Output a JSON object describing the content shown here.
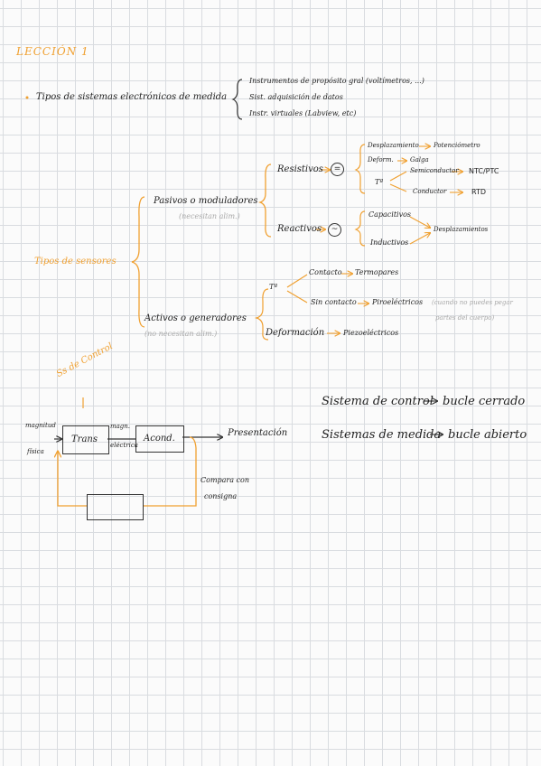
{
  "lesson_title": "LECCIÓN 1",
  "sistemas": {
    "label": "Tipos de sistemas electrónicos de medida",
    "items": [
      "Instrumentos de propósito gral (voltímetros, ...)",
      "Sist. adquisición de datos",
      "Instr. virtuales (Labview, etc)"
    ]
  },
  "sensores": {
    "root": "Tipos de sensores",
    "pasivos": {
      "label": "Pasivos o moduladores",
      "note": "(necesitan alim.)",
      "resistivos": {
        "label": "Resistivos",
        "symbol": "=",
        "desplazamiento": "Desplazamiento",
        "potenciometro": "Potenciómetro",
        "deform": "Deform.",
        "galga": "Galga",
        "temp": "Tª",
        "semiconductor": "Semiconductor",
        "ntc": "NTC/PTC",
        "conductor": "Conductor",
        "rtd": "RTD"
      },
      "reactivos": {
        "label": "Reactivos",
        "symbol": "~",
        "capacitivos": "Capacitivos",
        "inductivos": "Inductivos",
        "desplazamientos": "Desplazamientos"
      }
    },
    "activos": {
      "label": "Activos o generadores",
      "note": "(no necesitan alim.)",
      "temp": "Tª",
      "contacto": "Contacto",
      "termopares": "Termopares",
      "sin_contacto": "Sin contacto",
      "piroelectricos": "Piroeléctricos",
      "piro_note_1": "(cuando no puedes pegar",
      "piro_note_2": "partes del cuerpo)",
      "deformacion": "Deformación",
      "piezoelectricos": "Piezoeléctricos"
    }
  },
  "diagram": {
    "ss_control": "Ss de Control",
    "magnitud": "magnitud",
    "fisica": "física",
    "trans": "Trans",
    "magn": "magn.",
    "electrica": "eléctrica",
    "acond": "Acond.",
    "presentacion": "Presentación",
    "compara_1": "Compara con",
    "compara_2": "consigna"
  },
  "relations": {
    "control": "Sistema de control",
    "control_result": "bucle cerrado",
    "medida": "Sistemas de medida",
    "medida_result": "bucle abierto"
  }
}
